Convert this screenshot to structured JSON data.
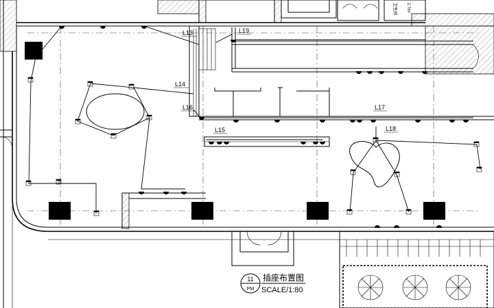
{
  "drawing": {
    "ref_number": "11",
    "ref_sheet": "PM",
    "title": "插座布置图",
    "scale": "SCALE/1:80"
  },
  "circuit_labels": [
    "L13",
    "L19",
    "L14",
    "L16",
    "L17",
    "L15",
    "L18"
  ],
  "top_labels": {
    "stair_text": "卫生间",
    "area_text": "2.7m²"
  }
}
